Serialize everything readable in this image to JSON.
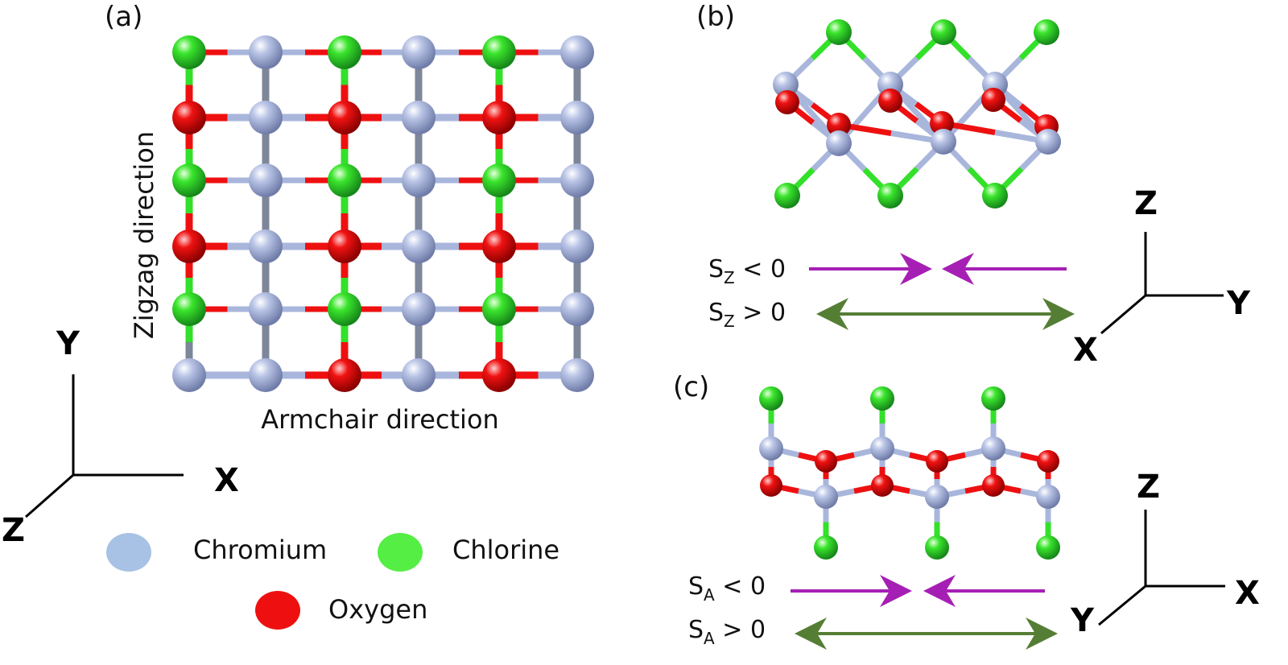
{
  "panels": {
    "a": "(a)",
    "b": "(b)",
    "c": "(c)"
  },
  "directions": {
    "zigzag": "Zigzag direction",
    "armchair": "Armchair direction"
  },
  "axes": {
    "a": {
      "up": "Y",
      "right": "X",
      "diag": "Z"
    },
    "b": {
      "up": "Z",
      "right": "Y",
      "diag": "X"
    },
    "c": {
      "up": "Z",
      "right": "X",
      "diag": "Y"
    }
  },
  "legend": {
    "chromium": "Chromium",
    "chlorine": "Chlorine",
    "oxygen": "Oxygen"
  },
  "strain_b": {
    "neg_base": "S",
    "neg_sub": "Z",
    "neg_rel": " < 0",
    "pos_base": "S",
    "pos_sub": "Z",
    "pos_rel": " > 0"
  },
  "strain_c": {
    "neg_base": "S",
    "neg_sub": "A",
    "neg_rel": " < 0",
    "pos_base": "S",
    "pos_sub": "A",
    "pos_rel": " > 0"
  },
  "colors": {
    "chromium": "#a9b6dc",
    "chlorine": "#33e02a",
    "oxygen": "#ee1010",
    "legend_chromium": "#a7c2e4",
    "legend_chlorine": "#55ee44",
    "bond_gray": "#7e8699",
    "compress_arrow": "#a61fb4",
    "tension_arrow": "#557e35"
  }
}
